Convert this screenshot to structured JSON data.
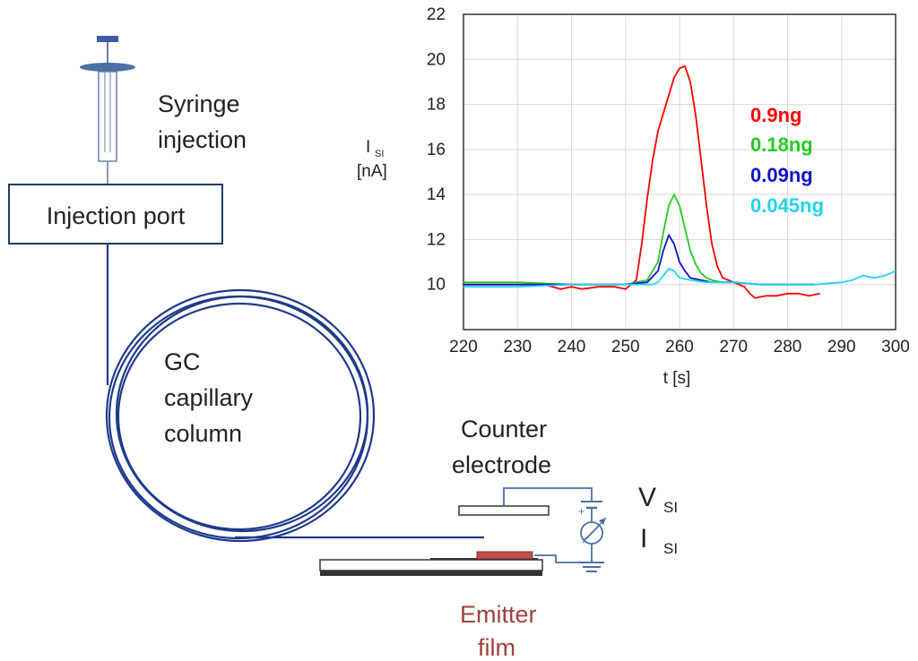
{
  "diagram": {
    "syringe_label_line1": "Syringe",
    "syringe_label_line2": "injection",
    "injection_port_label": "Injection port",
    "column_label_line1": "GC",
    "column_label_line2": "capillary",
    "column_label_line3": "column",
    "counter_label_line1": "Counter",
    "counter_label_line2": "electrode",
    "voltage_symbol": "V",
    "voltage_subscript": "SI",
    "current_symbol": "I",
    "current_subscript": "SI",
    "emitter_label_line1": "Emitter",
    "emitter_label_line2": "film",
    "colors": {
      "column": "#1f3a8a",
      "circuit": "#4a6fa5",
      "emitter_film": "#c0504d",
      "emitter_text": "#a0413e"
    }
  },
  "chart_data": {
    "type": "line",
    "xlabel": "t [s]",
    "ylabel_symbol": "I",
    "ylabel_subscript": "SI",
    "ylabel_unit": "[nA]",
    "xlim": [
      220,
      300
    ],
    "ylim": [
      8,
      22
    ],
    "xticks": [
      220,
      230,
      240,
      250,
      260,
      270,
      280,
      290,
      300
    ],
    "yticks": [
      10,
      12,
      14,
      16,
      18,
      20,
      22
    ],
    "grid": true,
    "legend_placement": "right",
    "series": [
      {
        "name": "0.9ng",
        "color": "#ff0000",
        "x": [
          220,
          225,
          230,
          235,
          238,
          240,
          242,
          245,
          248,
          250,
          252,
          253,
          254,
          255,
          256,
          257,
          258,
          259,
          260,
          261,
          262,
          263,
          264,
          265,
          266,
          267,
          268,
          269,
          270,
          271,
          272,
          273,
          274,
          276,
          278,
          280,
          282,
          284,
          286
        ],
        "y": [
          10.0,
          10.0,
          10.0,
          10.0,
          9.8,
          9.9,
          9.8,
          9.9,
          9.9,
          9.8,
          10.2,
          11.8,
          13.8,
          15.5,
          16.8,
          17.6,
          18.4,
          19.2,
          19.6,
          19.7,
          19.0,
          17.5,
          15.5,
          13.5,
          11.8,
          10.8,
          10.3,
          10.2,
          10.1,
          10.0,
          9.9,
          9.6,
          9.4,
          9.5,
          9.5,
          9.6,
          9.6,
          9.5,
          9.6
        ]
      },
      {
        "name": "0.18ng",
        "color": "#22cc22",
        "x": [
          220,
          230,
          240,
          250,
          254,
          256,
          257,
          258,
          259,
          260,
          261,
          262,
          263,
          264,
          265,
          266,
          268,
          270,
          275,
          280,
          285
        ],
        "y": [
          10.1,
          10.1,
          10.0,
          10.0,
          10.2,
          11.0,
          12.3,
          13.5,
          14.0,
          13.5,
          12.5,
          11.5,
          10.9,
          10.5,
          10.3,
          10.2,
          10.1,
          10.1,
          10.0,
          10.0,
          10.0
        ]
      },
      {
        "name": "0.09ng",
        "color": "#1111cc",
        "x": [
          220,
          230,
          240,
          250,
          254,
          256,
          257,
          258,
          259,
          260,
          261,
          262,
          264,
          266,
          270,
          275,
          280,
          285
        ],
        "y": [
          10.0,
          10.0,
          10.0,
          10.0,
          10.1,
          10.6,
          11.5,
          12.2,
          11.8,
          11.0,
          10.6,
          10.3,
          10.2,
          10.1,
          10.1,
          10.0,
          10.0,
          10.0
        ]
      },
      {
        "name": "0.045ng",
        "color": "#22d3ee",
        "x": [
          220,
          230,
          240,
          250,
          255,
          256,
          257,
          258,
          259,
          260,
          262,
          265,
          270,
          275,
          280,
          285,
          290,
          292,
          294,
          296,
          298,
          300
        ],
        "y": [
          9.9,
          9.9,
          10.0,
          10.0,
          10.0,
          10.1,
          10.4,
          10.7,
          10.6,
          10.3,
          10.2,
          10.1,
          10.1,
          10.0,
          10.0,
          10.0,
          10.1,
          10.2,
          10.4,
          10.3,
          10.4,
          10.6
        ]
      }
    ]
  }
}
